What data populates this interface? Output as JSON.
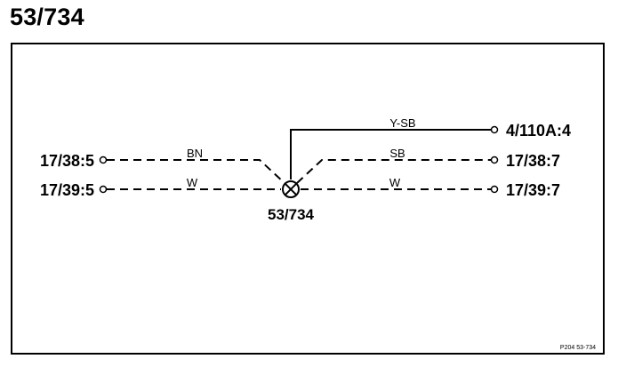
{
  "header": {
    "title": "53/734"
  },
  "diagram": {
    "splice": {
      "label": "53/734"
    },
    "connectors": {
      "left_top": "17/38:5",
      "left_bottom": "17/39:5",
      "right_top": "4/110A:4",
      "right_middle": "17/38:7",
      "right_bottom": "17/39:7"
    },
    "wires": {
      "left_top_color": "BN",
      "left_bottom_color": "W",
      "right_top_color": "Y-SB",
      "right_middle_color": "SB",
      "right_bottom_color": "W"
    },
    "reference": "P204  53-734"
  }
}
